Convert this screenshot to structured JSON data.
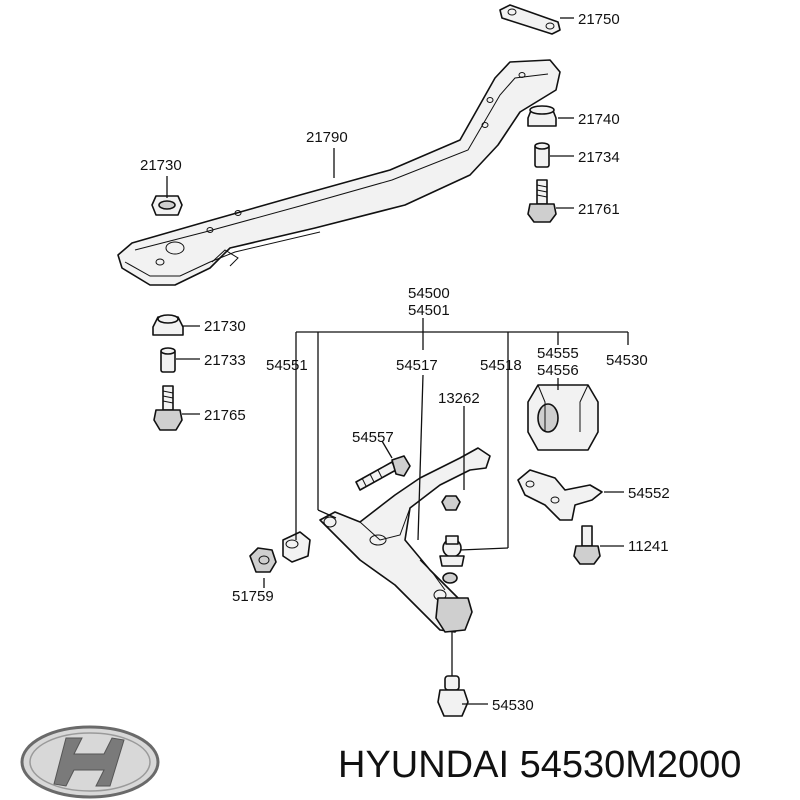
{
  "labels": {
    "l21750": "21750",
    "l21740": "21740",
    "l21734": "21734",
    "l21761": "21761",
    "l21790": "21790",
    "l21730a": "21730",
    "l54500": "54500",
    "l54501": "54501",
    "l21730b": "21730",
    "l21733": "21733",
    "l21765": "21765",
    "l54551": "54551",
    "l54517": "54517",
    "l54518": "54518",
    "l54555": "54555",
    "l54556": "54556",
    "l54530a": "54530",
    "l13262": "13262",
    "l54557": "54557",
    "l54552": "54552",
    "l11241": "11241",
    "l51759": "51759",
    "l54530b": "54530"
  },
  "footer": {
    "brand_text": "HYUNDAI 54530M2000",
    "logo": "hyundai-logo"
  }
}
